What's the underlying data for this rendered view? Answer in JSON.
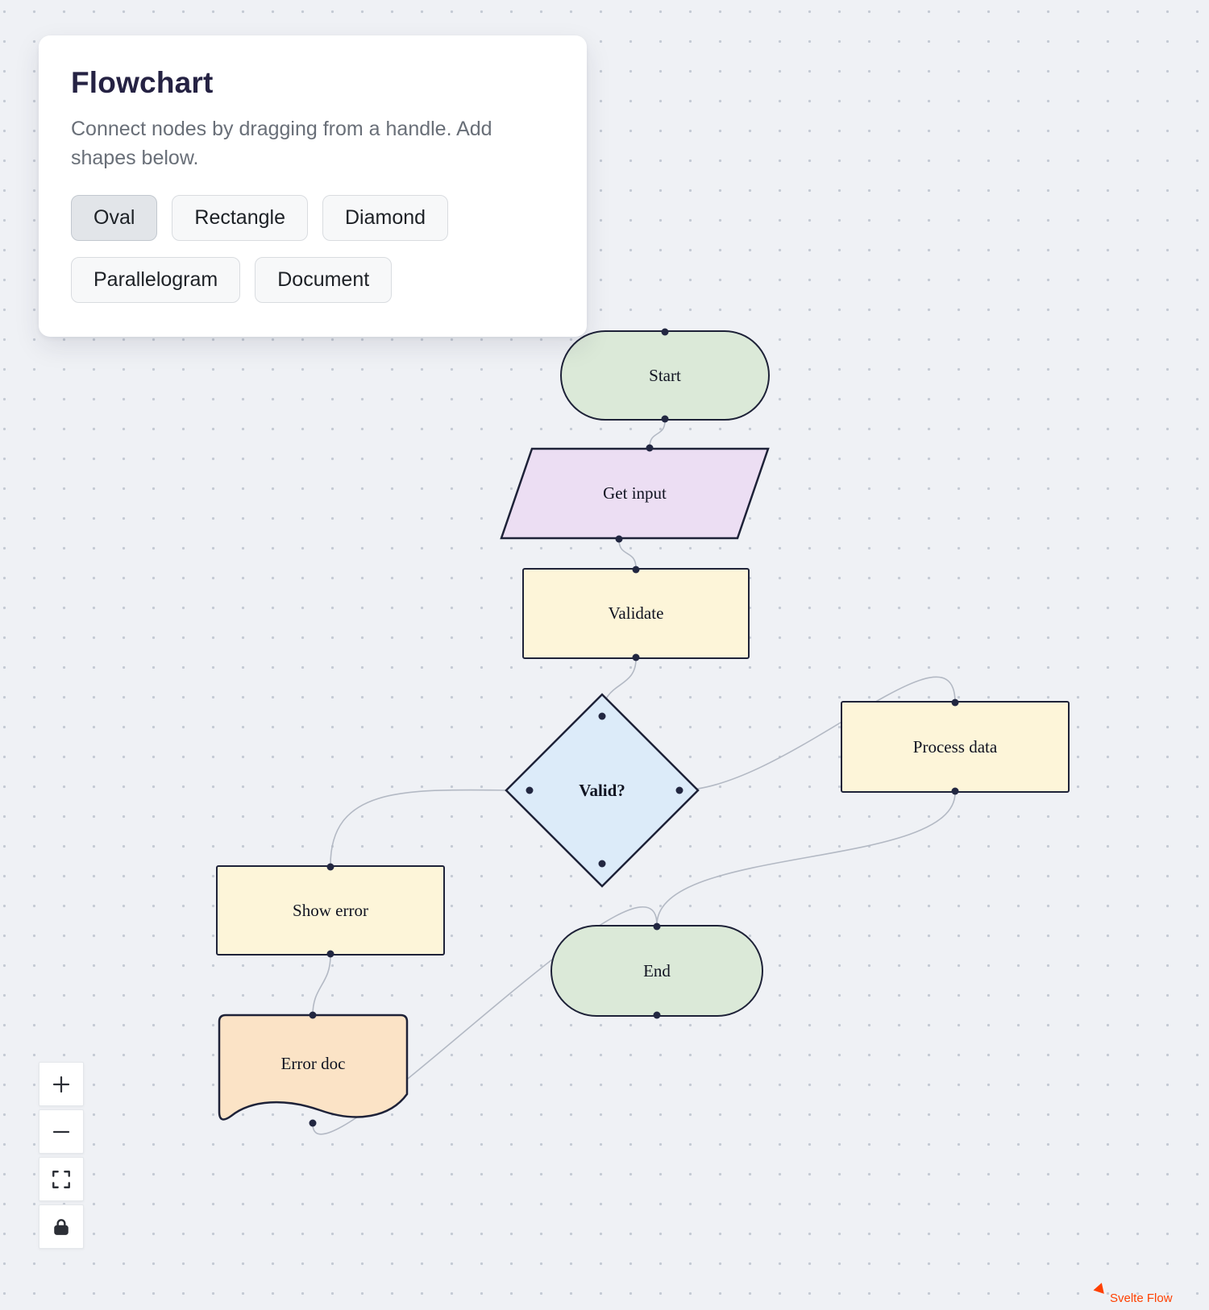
{
  "panel": {
    "title": "Flowchart",
    "subtitle": "Connect nodes by dragging from a handle. Add shapes below.",
    "buttons": [
      {
        "label": "Oval",
        "active": true
      },
      {
        "label": "Rectangle",
        "active": false
      },
      {
        "label": "Diamond",
        "active": false
      },
      {
        "label": "Parallelogram",
        "active": false
      },
      {
        "label": "Document",
        "active": false
      }
    ]
  },
  "nodes": [
    {
      "id": "start",
      "label": "Start",
      "shape": "oval",
      "fill": "#dbe9d8"
    },
    {
      "id": "get-input",
      "label": "Get input",
      "shape": "parallelogram",
      "fill": "#ecdef3"
    },
    {
      "id": "validate",
      "label": "Validate",
      "shape": "rectangle",
      "fill": "#fdf5d9"
    },
    {
      "id": "valid",
      "label": "Valid?",
      "shape": "diamond",
      "fill": "#dcebf9"
    },
    {
      "id": "process-data",
      "label": "Process data",
      "shape": "rectangle",
      "fill": "#fdf5d9"
    },
    {
      "id": "show-error",
      "label": "Show error",
      "shape": "rectangle",
      "fill": "#fdf5d9"
    },
    {
      "id": "end",
      "label": "End",
      "shape": "oval",
      "fill": "#dbe9d8"
    },
    {
      "id": "error-doc",
      "label": "Error doc",
      "shape": "document",
      "fill": "#fbe3c6"
    }
  ],
  "edges": [
    {
      "source": "start",
      "target": "get-input"
    },
    {
      "source": "get-input",
      "target": "validate"
    },
    {
      "source": "validate",
      "target": "valid"
    },
    {
      "source": "valid",
      "target": "process-data"
    },
    {
      "source": "valid",
      "target": "show-error"
    },
    {
      "source": "process-data",
      "target": "end"
    },
    {
      "source": "show-error",
      "target": "error-doc"
    },
    {
      "source": "error-doc",
      "target": "end"
    }
  ],
  "controls": [
    "zoom-in",
    "zoom-out",
    "fit-view",
    "lock"
  ],
  "attribution": "Svelte Flow",
  "colors": {
    "edge": "#b3b9c4",
    "node_border": "#1e2238",
    "canvas": "#eff1f5",
    "attribution": "#ff4000"
  }
}
